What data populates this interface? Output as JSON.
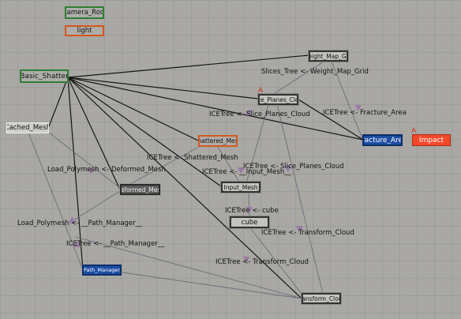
{
  "nodes": {
    "camera_root": "Camera_Root",
    "light": "light",
    "basic_shatter": "Basic_Shatter",
    "cached_mesh": "Cached_Mesh",
    "weight_map_grid": "Weight_Map_Grid",
    "slice_planes_cloud": "Slice_Planes_Cloud",
    "shattered_mesh": "Shattered_Mesh",
    "fracture_area": "Fracture_Area",
    "impact": "Impact",
    "deformed_mesh": "Deformed_Mesh",
    "input_mesh": "__Input_Mesh__",
    "cube": "cube",
    "path_manager": "__Path_Manager__",
    "transform_cloud": "Transform_Cloud"
  },
  "links": {
    "slices_tree": "Slices_Tree <- Weight_Map_Grid",
    "icetree_fracture": "ICETree <- Fracture_Area",
    "icetree_slice_planes_1": "ICETree <- Slice_Planes_Cloud",
    "icetree_shattered": "ICETree <- Shattered_Mesh",
    "icetree_slice_planes_2": "ICETree <- Slice_Planes_Cloud",
    "icetree_input_mesh": "ICETree <- __Input_Mesh__",
    "load_polymesh_deformed": "Load_Polymesh <- Deformed_Mesh",
    "icetree_cube": "ICETree <- cube",
    "load_polymesh_path": "Load_Polymesh <- __Path_Manager__",
    "icetree_transform_1": "ICETree <- Transform_Cloud",
    "icetree_path_manager": "ICETree <- __Path_Manager__",
    "icetree_transform_2": "ICETree <- Transform_Cloud"
  },
  "markers": {
    "slice_planes_marker": "A",
    "impact_marker": "A"
  },
  "colors": {
    "background": "#a9a8a4",
    "selected_blue": "#1e4ea2",
    "active_red": "#f04a2a",
    "green_border": "#2e7d32",
    "orange_border": "#d4581e",
    "link_dark": "#151515",
    "link_light": "#6e6a7c",
    "arrow": "#9a7aa6"
  }
}
